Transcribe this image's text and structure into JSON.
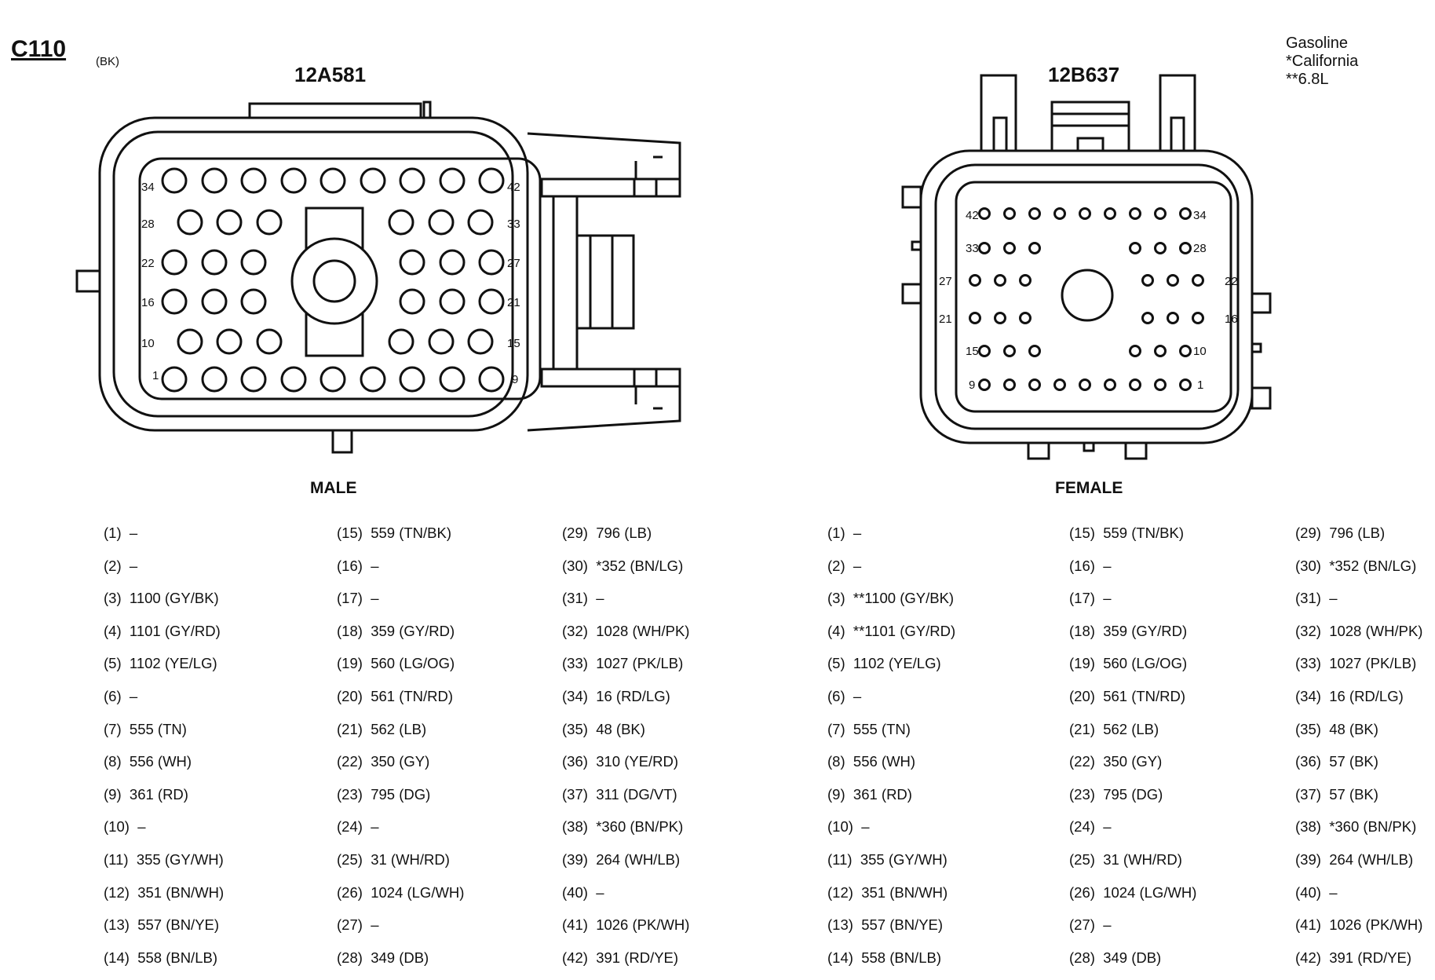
{
  "header": {
    "connector_id": "C110",
    "connector_color": "(BK)",
    "notes": [
      "Gasoline",
      "*California",
      "**6.8L"
    ]
  },
  "male": {
    "part_number": "12A581",
    "view_label": "MALE",
    "cavity_labels": [
      "34",
      "42",
      "28",
      "33",
      "22",
      "27",
      "16",
      "21",
      "10",
      "15",
      "1",
      "9"
    ],
    "pins": [
      [
        "(1)",
        "–"
      ],
      [
        "(2)",
        "–"
      ],
      [
        "(3)",
        "1100 (GY/BK)"
      ],
      [
        "(4)",
        "1101 (GY/RD)"
      ],
      [
        "(5)",
        "1102 (YE/LG)"
      ],
      [
        "(6)",
        "–"
      ],
      [
        "(7)",
        "555 (TN)"
      ],
      [
        "(8)",
        "556 (WH)"
      ],
      [
        "(9)",
        "361 (RD)"
      ],
      [
        "(10)",
        "–"
      ],
      [
        "(11)",
        "355 (GY/WH)"
      ],
      [
        "(12)",
        "351 (BN/WH)"
      ],
      [
        "(13)",
        "557 (BN/YE)"
      ],
      [
        "(14)",
        "558 (BN/LB)"
      ],
      [
        "(15)",
        "559 (TN/BK)"
      ],
      [
        "(16)",
        "–"
      ],
      [
        "(17)",
        "–"
      ],
      [
        "(18)",
        "359 (GY/RD)"
      ],
      [
        "(19)",
        "560 (LG/OG)"
      ],
      [
        "(20)",
        "561 (TN/RD)"
      ],
      [
        "(21)",
        "562 (LB)"
      ],
      [
        "(22)",
        "350 (GY)"
      ],
      [
        "(23)",
        "795 (DG)"
      ],
      [
        "(24)",
        "–"
      ],
      [
        "(25)",
        "31 (WH/RD)"
      ],
      [
        "(26)",
        "1024 (LG/WH)"
      ],
      [
        "(27)",
        "–"
      ],
      [
        "(28)",
        "349 (DB)"
      ],
      [
        "(29)",
        "796 (LB)"
      ],
      [
        "(30)",
        "*352 (BN/LG)"
      ],
      [
        "(31)",
        "–"
      ],
      [
        "(32)",
        "1028 (WH/PK)"
      ],
      [
        "(33)",
        "1027 (PK/LB)"
      ],
      [
        "(34)",
        "16 (RD/LG)"
      ],
      [
        "(35)",
        "48 (BK)"
      ],
      [
        "(36)",
        "310 (YE/RD)"
      ],
      [
        "(37)",
        "311 (DG/VT)"
      ],
      [
        "(38)",
        "*360 (BN/PK)"
      ],
      [
        "(39)",
        "264 (WH/LB)"
      ],
      [
        "(40)",
        "–"
      ],
      [
        "(41)",
        "1026 (PK/WH)"
      ],
      [
        "(42)",
        "391 (RD/YE)"
      ]
    ]
  },
  "female": {
    "part_number": "12B637",
    "view_label": "FEMALE",
    "cavity_labels": [
      "42",
      "34",
      "33",
      "28",
      "27",
      "22",
      "21",
      "16",
      "15",
      "10",
      "9",
      "1"
    ],
    "pins": [
      [
        "(1)",
        "–"
      ],
      [
        "(2)",
        "–"
      ],
      [
        "(3)",
        "**1100 (GY/BK)"
      ],
      [
        "(4)",
        "**1101 (GY/RD)"
      ],
      [
        "(5)",
        "1102 (YE/LG)"
      ],
      [
        "(6)",
        "–"
      ],
      [
        "(7)",
        "555 (TN)"
      ],
      [
        "(8)",
        "556 (WH)"
      ],
      [
        "(9)",
        "361 (RD)"
      ],
      [
        "(10)",
        "–"
      ],
      [
        "(11)",
        "355 (GY/WH)"
      ],
      [
        "(12)",
        "351 (BN/WH)"
      ],
      [
        "(13)",
        "557 (BN/YE)"
      ],
      [
        "(14)",
        "558 (BN/LB)"
      ],
      [
        "(15)",
        "559 (TN/BK)"
      ],
      [
        "(16)",
        "–"
      ],
      [
        "(17)",
        "–"
      ],
      [
        "(18)",
        "359 (GY/RD)"
      ],
      [
        "(19)",
        "560 (LG/OG)"
      ],
      [
        "(20)",
        "561 (TN/RD)"
      ],
      [
        "(21)",
        "562 (LB)"
      ],
      [
        "(22)",
        "350 (GY)"
      ],
      [
        "(23)",
        "795 (DG)"
      ],
      [
        "(24)",
        "–"
      ],
      [
        "(25)",
        "31 (WH/RD)"
      ],
      [
        "(26)",
        "1024 (LG/WH)"
      ],
      [
        "(27)",
        "–"
      ],
      [
        "(28)",
        "349 (DB)"
      ],
      [
        "(29)",
        "796 (LB)"
      ],
      [
        "(30)",
        "*352 (BN/LG)"
      ],
      [
        "(31)",
        "–"
      ],
      [
        "(32)",
        "1028 (WH/PK)"
      ],
      [
        "(33)",
        "1027 (PK/LB)"
      ],
      [
        "(34)",
        "16 (RD/LG)"
      ],
      [
        "(35)",
        "48 (BK)"
      ],
      [
        "(36)",
        "57 (BK)"
      ],
      [
        "(37)",
        "57 (BK)"
      ],
      [
        "(38)",
        "*360 (BN/PK)"
      ],
      [
        "(39)",
        "264 (WH/LB)"
      ],
      [
        "(40)",
        "–"
      ],
      [
        "(41)",
        "1026 (PK/WH)"
      ],
      [
        "(42)",
        "391 (RD/YE)"
      ]
    ]
  }
}
